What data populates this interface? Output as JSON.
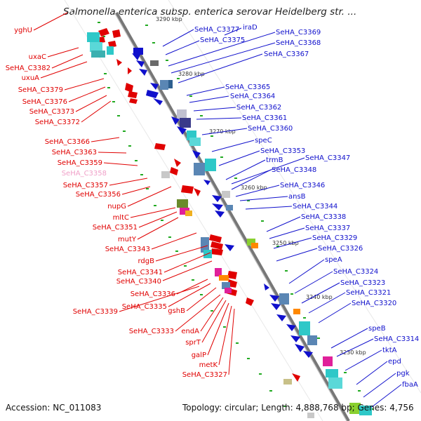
{
  "title": "Salmonella enterica subsp. enterica serovar Heidelberg str. ...",
  "footer": {
    "accession": "Accession: NC_011083",
    "summary": "Topology: circular; Length: 4,888,768 bp; Genes: 4,756"
  },
  "scale_labels": [
    "3290 kbp",
    "3280 kbp",
    "3270 kbp",
    "3260 kbp",
    "3250 kbp",
    "3240 kbp",
    "3230 kbp"
  ],
  "left_labels": [
    {
      "text": "yghU",
      "color": "red"
    },
    {
      "text": "uxaC",
      "color": "red"
    },
    {
      "text": "SeHA_C3382",
      "color": "red"
    },
    {
      "text": "uxuA",
      "color": "red"
    },
    {
      "text": "SeHA_C3379",
      "color": "red"
    },
    {
      "text": "SeHA_C3376",
      "color": "red"
    },
    {
      "text": "SeHA_C3373",
      "color": "red"
    },
    {
      "text": "SeHA_C3372",
      "color": "red"
    },
    {
      "text": "SeHA_C3366",
      "color": "red"
    },
    {
      "text": "SeHA_C3363",
      "color": "red"
    },
    {
      "text": "SeHA_C3359",
      "color": "red"
    },
    {
      "text": "SeHA_C3358",
      "color": "pink"
    },
    {
      "text": "SeHA_C3357",
      "color": "red"
    },
    {
      "text": "SeHA_C3356",
      "color": "red"
    },
    {
      "text": "nupG",
      "color": "red"
    },
    {
      "text": "mltC",
      "color": "red"
    },
    {
      "text": "SeHA_C3351",
      "color": "red"
    },
    {
      "text": "mutY",
      "color": "red"
    },
    {
      "text": "SeHA_C3343",
      "color": "red"
    },
    {
      "text": "rdgB",
      "color": "red"
    },
    {
      "text": "SeHA_C3341",
      "color": "red"
    },
    {
      "text": "SeHA_C3340",
      "color": "red"
    },
    {
      "text": "SeHA_C3336",
      "color": "red"
    },
    {
      "text": "SeHA_C3339",
      "color": "red"
    },
    {
      "text": "SeHA_C3335",
      "color": "red"
    },
    {
      "text": "gshB",
      "color": "red"
    },
    {
      "text": "SeHA_C3333",
      "color": "red"
    },
    {
      "text": "endA",
      "color": "red"
    },
    {
      "text": "sprT",
      "color": "red"
    },
    {
      "text": "galP",
      "color": "red"
    },
    {
      "text": "metK",
      "color": "red"
    },
    {
      "text": "SeHA_C3327",
      "color": "red"
    }
  ],
  "right_labels": [
    {
      "text": "SeHA_C3377",
      "color": "blue"
    },
    {
      "text": "iraD",
      "color": "blue"
    },
    {
      "text": "SeHA_C3375",
      "color": "blue"
    },
    {
      "text": "SeHA_C3369",
      "color": "blue"
    },
    {
      "text": "SeHA_C3368",
      "color": "blue"
    },
    {
      "text": "SeHA_C3367",
      "color": "blue"
    },
    {
      "text": "SeHA_C3365",
      "color": "blue"
    },
    {
      "text": "SeHA_C3364",
      "color": "blue"
    },
    {
      "text": "SeHA_C3362",
      "color": "blue"
    },
    {
      "text": "SeHA_C3361",
      "color": "blue"
    },
    {
      "text": "SeHA_C3360",
      "color": "blue"
    },
    {
      "text": "speC",
      "color": "blue"
    },
    {
      "text": "SeHA_C3353",
      "color": "blue"
    },
    {
      "text": "SeHA_C3347",
      "color": "blue"
    },
    {
      "text": "trmB",
      "color": "blue"
    },
    {
      "text": "SeHA_C3348",
      "color": "blue"
    },
    {
      "text": "SeHA_C3346",
      "color": "blue"
    },
    {
      "text": "ansB",
      "color": "blue"
    },
    {
      "text": "SeHA_C3344",
      "color": "blue"
    },
    {
      "text": "SeHA_C3338",
      "color": "blue"
    },
    {
      "text": "SeHA_C3337",
      "color": "blue"
    },
    {
      "text": "SeHA_C3329",
      "color": "blue"
    },
    {
      "text": "SeHA_C3326",
      "color": "blue"
    },
    {
      "text": "speA",
      "color": "blue"
    },
    {
      "text": "SeHA_C3324",
      "color": "blue"
    },
    {
      "text": "SeHA_C3323",
      "color": "blue"
    },
    {
      "text": "SeHA_C3321",
      "color": "blue"
    },
    {
      "text": "SeHA_C3320",
      "color": "blue"
    },
    {
      "text": "speB",
      "color": "blue"
    },
    {
      "text": "SeHA_C3314",
      "color": "blue"
    },
    {
      "text": "tktA",
      "color": "blue"
    },
    {
      "text": "epd",
      "color": "blue"
    },
    {
      "text": "pgk",
      "color": "blue"
    },
    {
      "text": "fbaA",
      "color": "blue"
    }
  ],
  "colors": {
    "forward_strand": "#e00000",
    "reverse_strand": "#1010cc",
    "backbone": "#777777",
    "tick": "#22aa22",
    "teal_feature": "#2ec8c8",
    "steel_feature": "#5a86b4",
    "orange_feature": "#ff8800",
    "magenta_feature": "#e0209a"
  }
}
